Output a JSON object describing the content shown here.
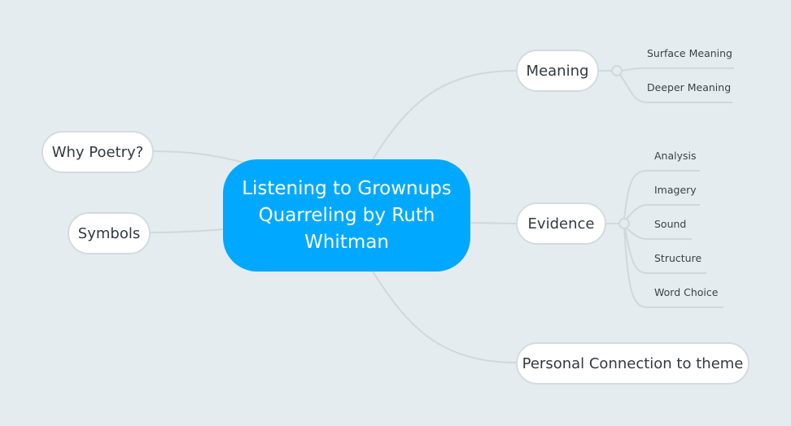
{
  "root": {
    "label": "Listening to Grownups Quarreling by Ruth Whitman",
    "color": "#00a9ff"
  },
  "left_topics": [
    {
      "label": "Why Poetry?"
    },
    {
      "label": "Symbols"
    }
  ],
  "right_topics": [
    {
      "label": "Meaning",
      "subtopics": [
        {
          "label": "Surface Meaning"
        },
        {
          "label": "Deeper Meaning"
        }
      ]
    },
    {
      "label": "Evidence",
      "subtopics": [
        {
          "label": "Analysis"
        },
        {
          "label": "Imagery"
        },
        {
          "label": "Sound"
        },
        {
          "label": "Structure"
        },
        {
          "label": "Word Choice"
        }
      ]
    },
    {
      "label": "Personal Connection to theme",
      "subtopics": []
    }
  ],
  "colors": {
    "background": "#e5ecf0",
    "connector": "#d0d8dc",
    "node_border": "#d3dbe0"
  }
}
